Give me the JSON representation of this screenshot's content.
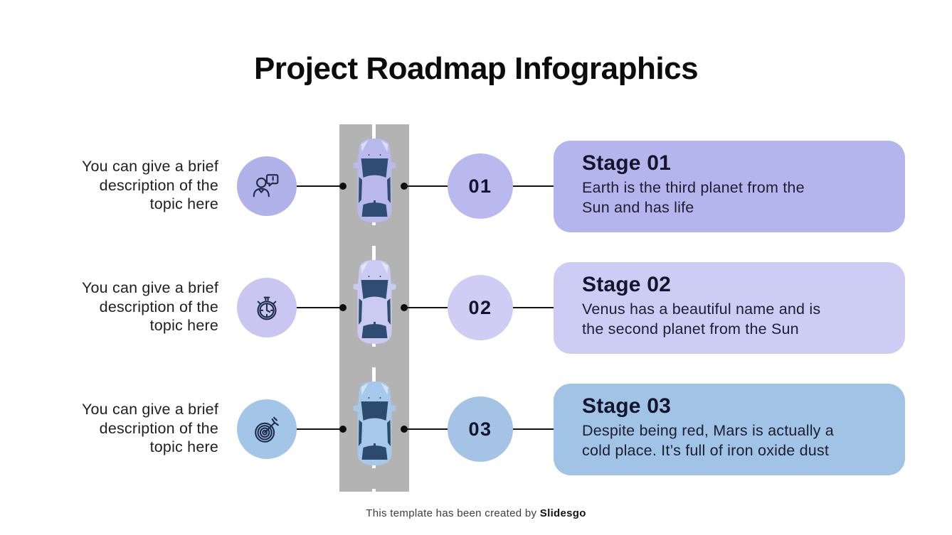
{
  "title": "Project Roadmap Infographics",
  "footer": {
    "prefix": "This template has been created by ",
    "brand": "Slidesgo"
  },
  "road": {
    "color": "#b3b3b3",
    "centerline_color": "#ffffff"
  },
  "connector_color": "#141414",
  "rows": [
    {
      "number": "01",
      "description_lines": [
        "You can give a brief",
        "description of the",
        "topic here"
      ],
      "icon": "person-exclamation-icon",
      "stage_title": "Stage 01",
      "stage_lines": [
        "Earth is the third planet from the",
        "Sun and has life"
      ],
      "colors": {
        "icon_circle": "#b2b2ea",
        "number_circle": "#b9b9f0",
        "box": "#b5b5ee",
        "car_body": "#b9b9ee",
        "car_glass": "#2f4d72"
      }
    },
    {
      "number": "02",
      "description_lines": [
        "You can give a brief",
        "description of the",
        "topic here"
      ],
      "icon": "stopwatch-icon",
      "stage_title": "Stage 02",
      "stage_lines": [
        "Venus has a beautiful name and is",
        "the second planet from the Sun"
      ],
      "colors": {
        "icon_circle": "#c9c7f2",
        "number_circle": "#d0ccf4",
        "box": "#cdccf5",
        "car_body": "#cbcaf3",
        "car_glass": "#2f4d72"
      }
    },
    {
      "number": "03",
      "description_lines": [
        "You can give a brief",
        "description of the",
        "topic here"
      ],
      "icon": "target-arrow-icon",
      "stage_title": "Stage 03",
      "stage_lines": [
        "Despite being red, Mars is actually a",
        "cold place. It’s full of iron oxide dust"
      ],
      "colors": {
        "icon_circle": "#a3c5e7",
        "number_circle": "#a4c3e5",
        "box": "#a0c3e6",
        "car_body": "#a6c8ea",
        "car_glass": "#2b4a6c"
      }
    }
  ]
}
